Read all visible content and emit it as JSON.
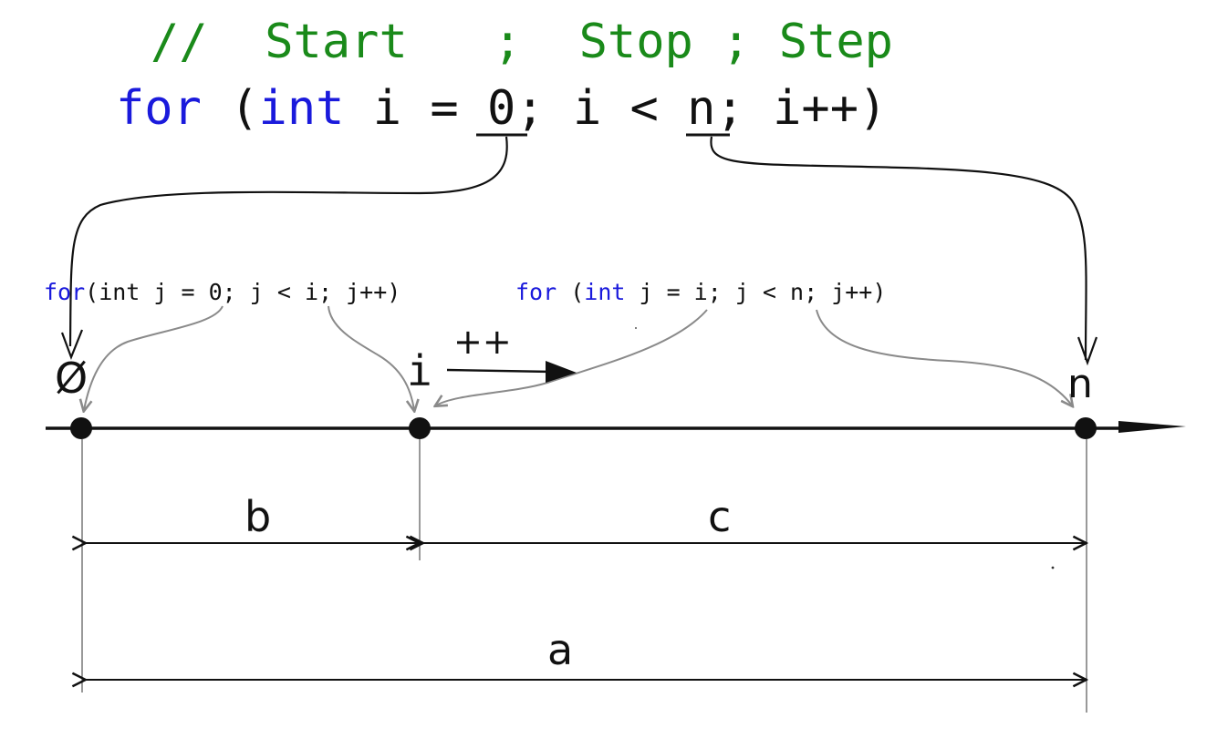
{
  "code": {
    "comment": "//  Start   ;  Stop ; Step",
    "main": {
      "kw_for": "for",
      "open": " (",
      "kw_int": "int",
      "rest_a": " i = ",
      "start_val": "0",
      "rest_b": "; i < ",
      "stop_val": "n",
      "rest_c": "; i++)"
    },
    "inner_left": {
      "kw_for": "for",
      "rest": "(int j = 0; j < i; j++)"
    },
    "inner_right": {
      "kw_for": "for",
      "mid": " (",
      "kw_int": "int",
      "rest": " j = i; j < n; j++)"
    }
  },
  "number_line": {
    "points": [
      "Ø",
      "i",
      "n"
    ],
    "step_label": "++"
  },
  "segments": {
    "b": "b",
    "c": "c",
    "a": "a"
  },
  "colors": {
    "comment": "#1a8a1a",
    "keyword": "#1a1adc",
    "text": "#111111",
    "gray_arrow": "#8a8a8a"
  }
}
